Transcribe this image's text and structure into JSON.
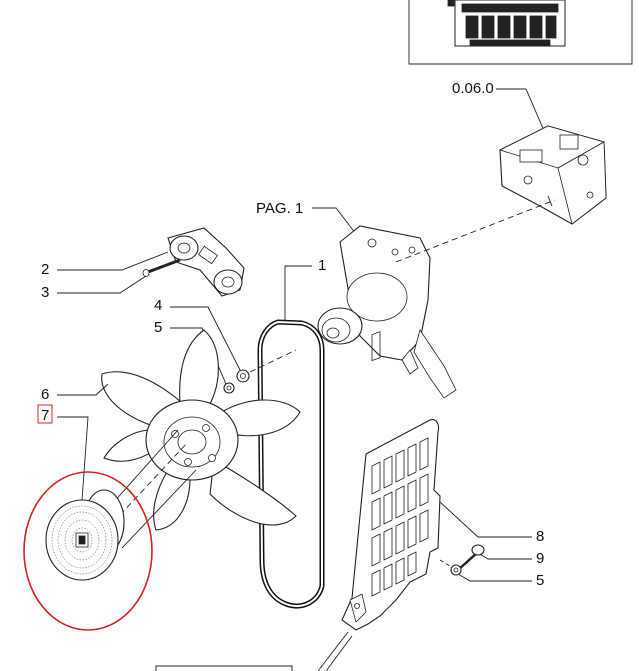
{
  "diagram": {
    "callouts": {
      "ref_0060": "0.06.0",
      "pag1": "PAG. 1",
      "c1": "1",
      "c2": "2",
      "c3": "3",
      "c4": "4",
      "c5a": "5",
      "c6": "6",
      "c7": "7",
      "c8": "8",
      "c9": "9",
      "c5b": "5"
    },
    "highlight_color": "#d42020",
    "line_color": "#222222"
  }
}
